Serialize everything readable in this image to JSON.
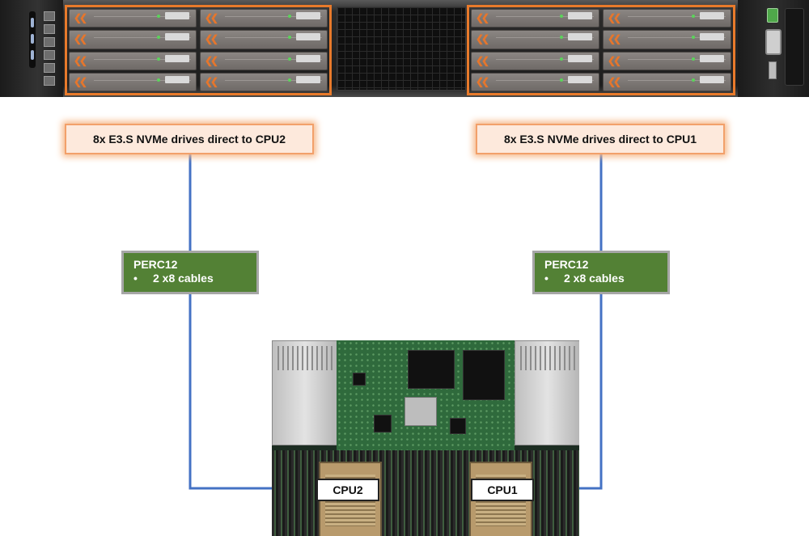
{
  "callouts": {
    "left": "8x E3.S NVMe drives direct to CPU2",
    "right": "8x E3.S NVMe drives direct to CPU1"
  },
  "perc": {
    "left": {
      "title": "PERC12",
      "bullet": "•",
      "item": "2 x8 cables"
    },
    "right": {
      "title": "PERC12",
      "bullet": "•",
      "item": "2 x8 cables"
    }
  },
  "cpus": {
    "left": "CPU2",
    "right": "CPU1"
  },
  "colors": {
    "highlight": "#e87a2b",
    "callout_fill": "#fde9dc",
    "perc_fill": "#538135",
    "connector": "#4472c4"
  }
}
